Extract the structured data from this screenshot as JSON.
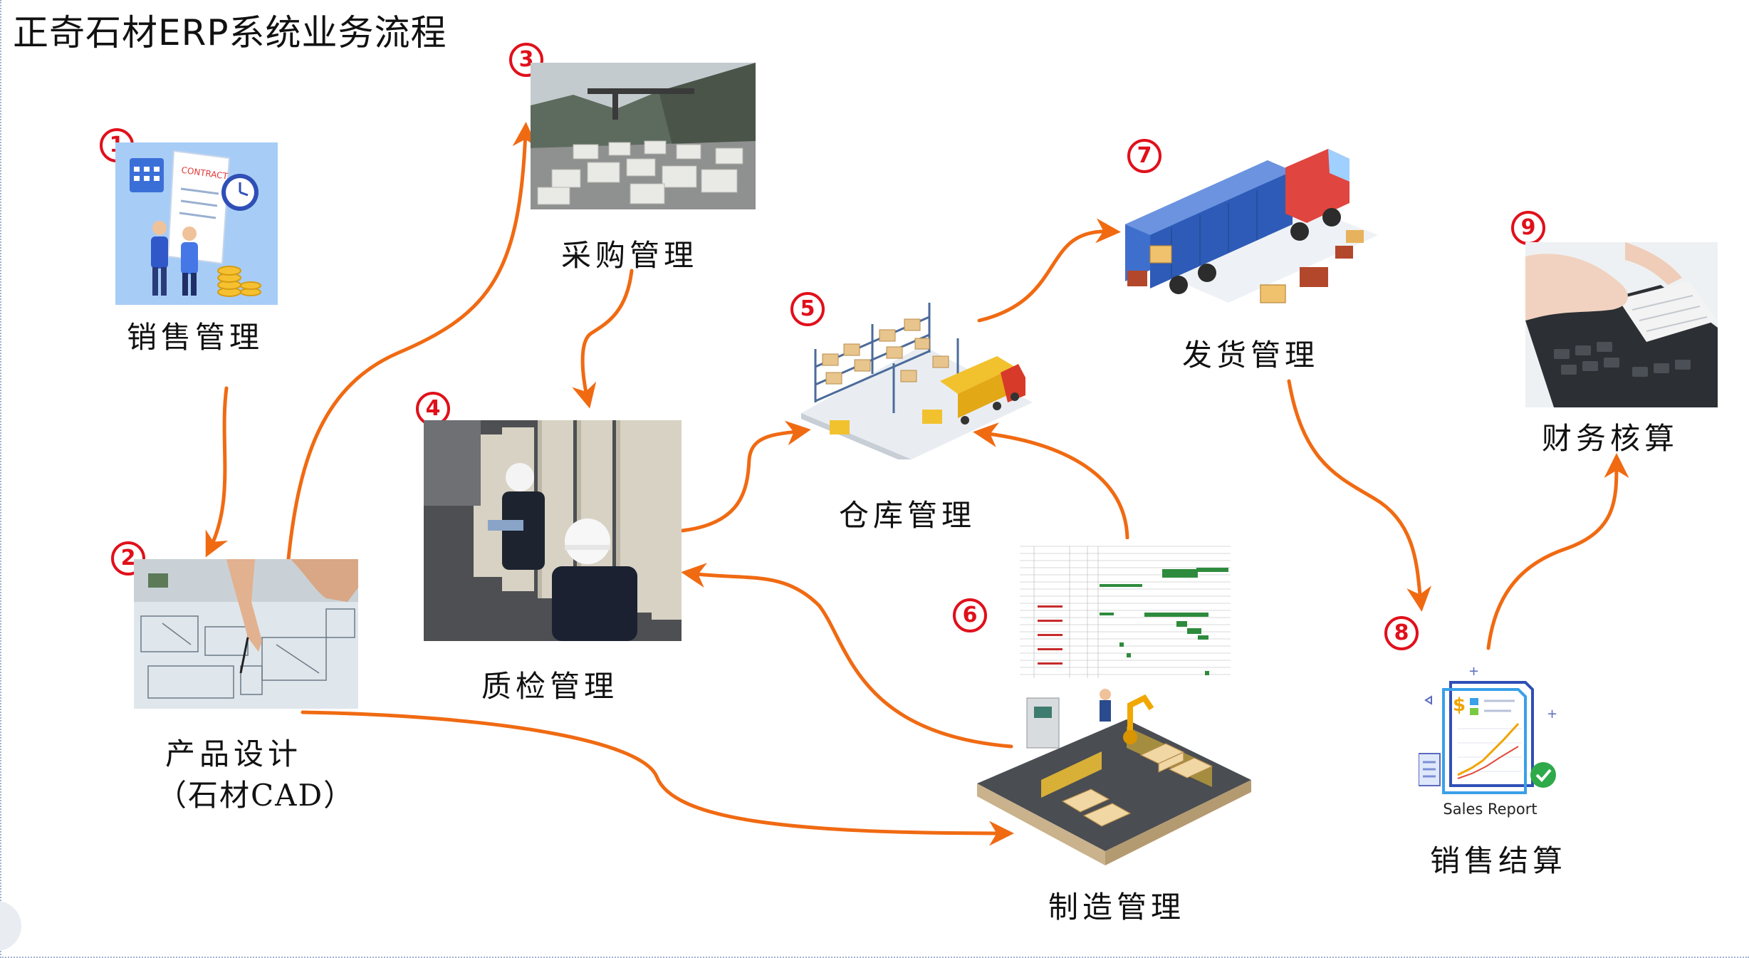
{
  "title": "正奇石材ERP系统业务流程",
  "nodes": [
    {
      "num": "1",
      "label": "销售管理"
    },
    {
      "num": "2",
      "label": "产品设计",
      "label2": "（石材CAD）"
    },
    {
      "num": "3",
      "label": "采购管理"
    },
    {
      "num": "4",
      "label": "质检管理"
    },
    {
      "num": "5",
      "label": "仓库管理"
    },
    {
      "num": "6",
      "label": "制造管理"
    },
    {
      "num": "7",
      "label": "发货管理"
    },
    {
      "num": "8",
      "label": "销售结算",
      "report_caption": "Sales Report"
    },
    {
      "num": "9",
      "label": "财务核算"
    }
  ],
  "colors": {
    "arrow": "#f06a12",
    "badge": "#e0101b"
  }
}
